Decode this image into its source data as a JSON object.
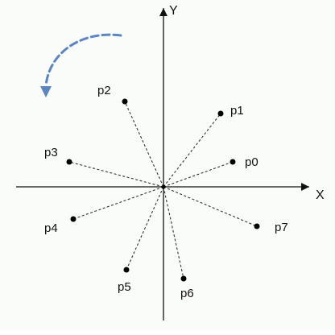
{
  "axes": {
    "x_label": "X",
    "y_label": "Y"
  },
  "points": [
    {
      "label": "p0"
    },
    {
      "label": "p1"
    },
    {
      "label": "p2"
    },
    {
      "label": "p3"
    },
    {
      "label": "p4"
    },
    {
      "label": "p5"
    },
    {
      "label": "p6"
    },
    {
      "label": "p7"
    }
  ],
  "rotation_arrow": {
    "color": "#5b86c2",
    "direction": "counter-clockwise"
  },
  "colors": {
    "line": "#111111",
    "point": "#000000",
    "background": "#fafcf9"
  }
}
